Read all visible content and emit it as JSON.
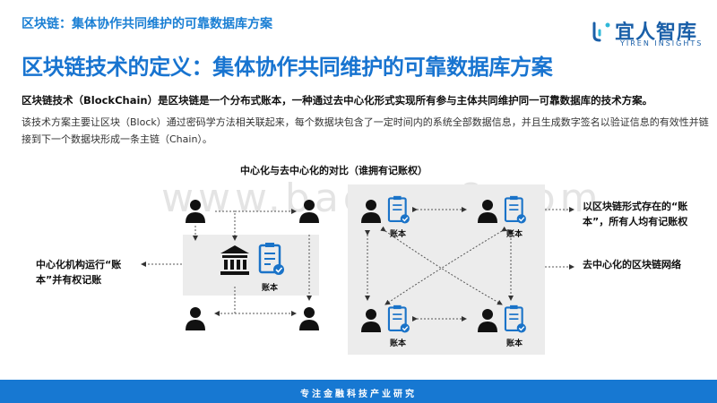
{
  "header": {
    "subtitle": "区块链：集体协作共同维护的可靠数据库方案",
    "title": "区块链技术的定义：集体协作共同维护的可靠数据库方案"
  },
  "logo": {
    "name": "宜人智库",
    "tagline": "YIREN INSIGHTS",
    "icon": "logo-mark-icon",
    "color": "#1a5fa8"
  },
  "body": {
    "definition": "区块链技术（BlockChain）是区块链是一个分布式账本，一种通过去中心化形式实现所有参与主体共同维护同一可靠数据库的技术方案。",
    "detail": "该技术方案主要让区块（Block）通过密码学方法相关联起来，每个数据块包含了一定时间内的系统全部数据信息，并且生成数字签名以验证信息的有效性并链接到下一个数据块形成一条主链（Chain）。"
  },
  "diagram": {
    "title": "中心化与去中心化的对比（谁拥有记账权）",
    "watermark": "www.baogao8.com",
    "ledger_label": "账本",
    "left_label": "中心化机构运行“账本”并有权记账",
    "right_label_top": "以区块链形式存在的“账本”，所有人均有记账权",
    "right_label_bottom": "去中心化的区块链网络",
    "icons": {
      "person": "person-icon",
      "institution": "bank-building-icon",
      "ledger": "ledger-clipboard-icon"
    },
    "colors": {
      "person": "#111111",
      "ledger": "#1a73c8",
      "box": "#ececec"
    }
  },
  "footer": {
    "text": "专注金融科技产业研究",
    "color": "#1778d2"
  }
}
